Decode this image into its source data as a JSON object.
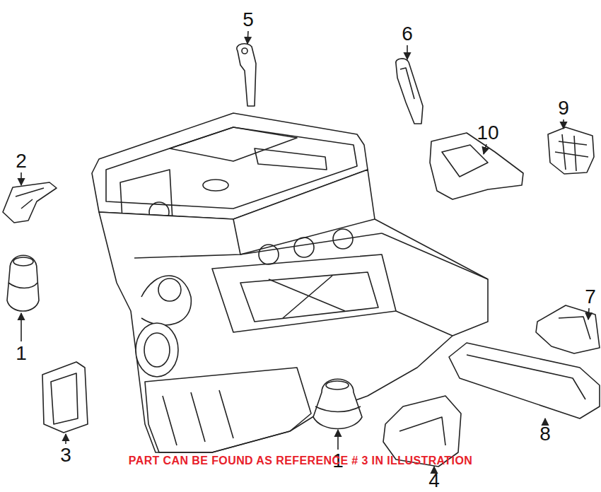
{
  "diagram": {
    "labels": [
      "5",
      "6",
      "2",
      "10",
      "9",
      "1",
      "7",
      "3",
      "1",
      "8",
      "4",
      "PART CAN BE FOUND AS REFERENCE # 3 IN ILLUSTRATION"
    ]
  }
}
